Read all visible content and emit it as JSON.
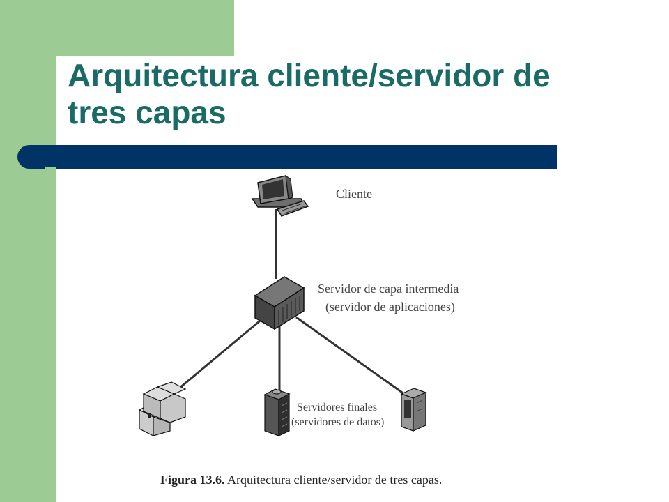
{
  "slide": {
    "title": "Arquitectura cliente/servidor de tres capas"
  },
  "diagram": {
    "client_label": "Cliente",
    "middle_label_line1": "Servidor de capa intermedia",
    "middle_label_line2": "(servidor de aplicaciones)",
    "backend_label_line1": "Servidores finales",
    "backend_label_line2": "(servidores de datos)"
  },
  "caption": {
    "figure_number": "Figura 13.6.",
    "text": "Arquitectura cliente/servidor de tres capas."
  },
  "colors": {
    "title": "#1a6b66",
    "green": "#9ccc94",
    "bar": "#003366"
  }
}
